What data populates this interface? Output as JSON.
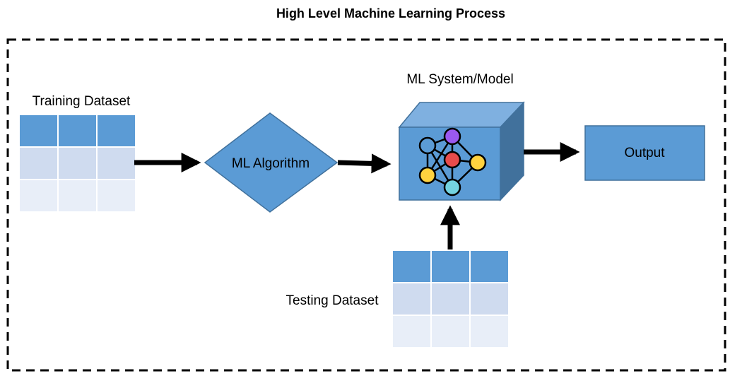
{
  "diagram": {
    "title": "High Level Machine Learning Process",
    "nodes": {
      "training_dataset": {
        "label": "Training Dataset",
        "rows": 3,
        "cols": 3
      },
      "ml_algorithm": {
        "label": "ML Algorithm"
      },
      "ml_model": {
        "label": "ML System/Model"
      },
      "output": {
        "label": "Output"
      },
      "testing_dataset": {
        "label": "Testing Dataset",
        "rows": 3,
        "cols": 3
      }
    },
    "edges": [
      {
        "from": "training_dataset",
        "to": "ml_algorithm"
      },
      {
        "from": "ml_algorithm",
        "to": "ml_model"
      },
      {
        "from": "ml_model",
        "to": "output"
      },
      {
        "from": "testing_dataset",
        "to": "ml_model"
      }
    ]
  },
  "colors": {
    "table_header": "#5b9bd5",
    "table_row_mid": "#cfdbef",
    "table_row_light": "#e8eef8",
    "shape_fill": "#5b9bd5",
    "shape_stroke": "#41719c",
    "cube_top": "#7fb0e0",
    "cube_side": "#41719c",
    "node_blue": "#5b9bd5",
    "node_purple": "#9b59f0",
    "node_red": "#e84c4c",
    "node_yellow": "#ffd23f",
    "node_cyan": "#74d3e0",
    "arrow": "#000000"
  }
}
